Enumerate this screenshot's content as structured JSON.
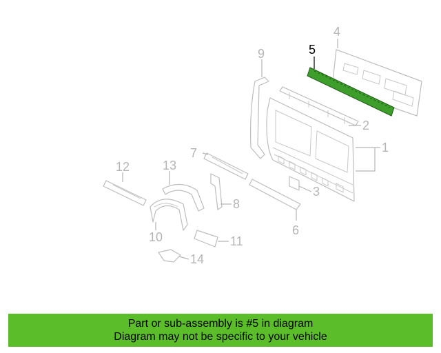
{
  "callouts": {
    "c1": "1",
    "c2": "2",
    "c3": "3",
    "c4": "4",
    "c5": "5",
    "c6": "6",
    "c7": "7",
    "c8": "8",
    "c9": "9",
    "c10": "10",
    "c11": "11",
    "c12": "12",
    "c13": "13",
    "c14": "14"
  },
  "highlight": {
    "callout": "5",
    "color": "#3d9e2c"
  },
  "banner": {
    "line1": "Part or sub-assembly is #5 in diagram",
    "line2": "Diagram may not be specific to your vehicle",
    "background": "#5bbd2a"
  }
}
